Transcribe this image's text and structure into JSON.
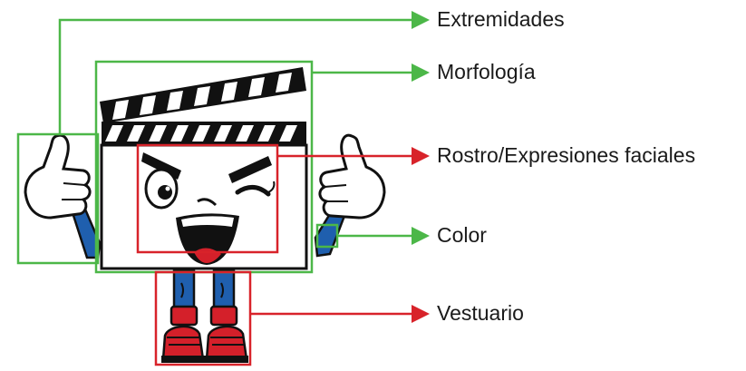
{
  "diagram": {
    "labels": {
      "extremidades": "Extremidades",
      "morfologia": "Morfología",
      "rostro": "Rostro/Expresiones faciales",
      "color": "Color",
      "vestuario": "Vestuario"
    },
    "colors": {
      "green": "#4cb748",
      "red": "#d8232a",
      "ink": "#111111",
      "blue": "#1f5fae",
      "shoe_red": "#d4202a"
    }
  }
}
